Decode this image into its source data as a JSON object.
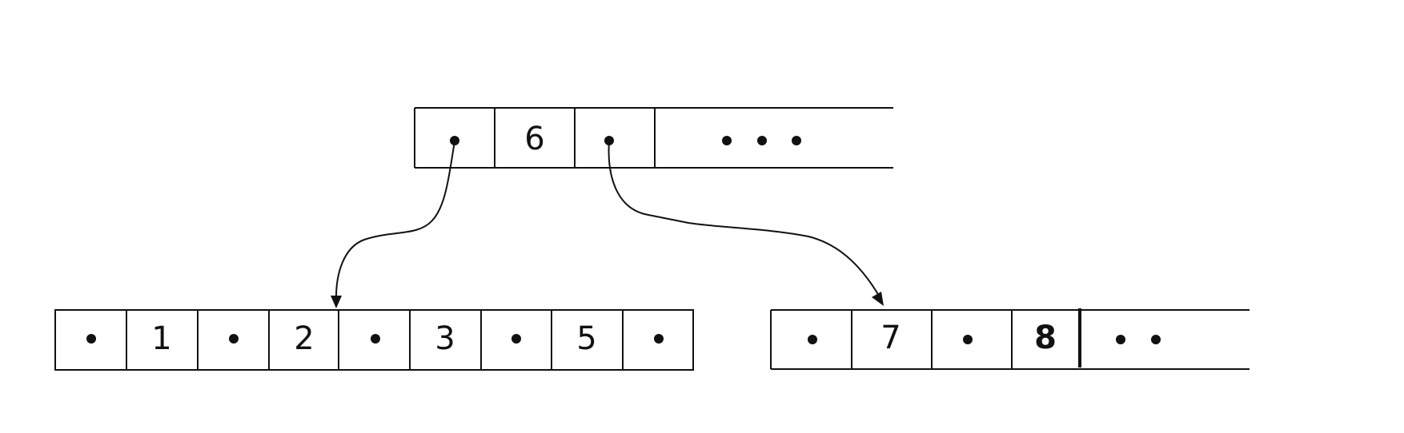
{
  "diagram": {
    "root": {
      "cells": [
        "•",
        "6",
        "•",
        "• • •"
      ]
    },
    "left_child": {
      "cells": [
        "•",
        "1",
        "•",
        "2",
        "•",
        "3",
        "•",
        "5",
        "•"
      ]
    },
    "right_child": {
      "cells": [
        "•",
        "7",
        "•",
        "8",
        "• •"
      ]
    }
  }
}
